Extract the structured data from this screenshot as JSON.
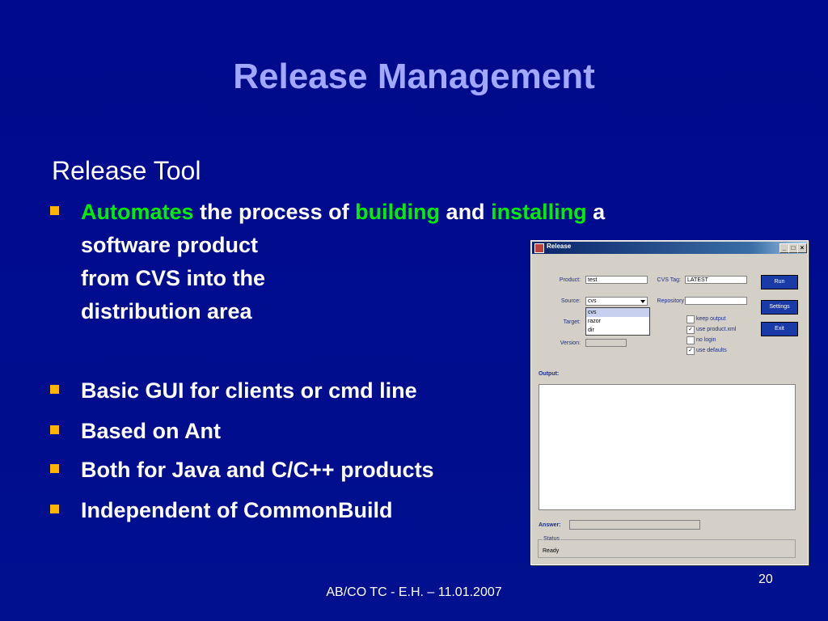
{
  "title": "Release Management",
  "subheading": "Release Tool",
  "bullet1": {
    "w1": "Automates",
    "w2": " the process of ",
    "w3": "building",
    "w4": " and ",
    "w5": "installing",
    "w6": " a",
    "line2": "software product",
    "line3": "from CVS into the",
    "line4": "distribution area"
  },
  "bullets": [
    "Basic GUI for clients or cmd line",
    "Based on Ant",
    "Both for Java and C/C++ products",
    "Independent of CommonBuild"
  ],
  "page_number": "20",
  "footer": "AB/CO TC -  E.H. – 11.01.2007",
  "dialog": {
    "title": "Release",
    "title_buttons": [
      "_",
      "□",
      "×"
    ],
    "product_label": "Product:",
    "product_value": "test",
    "cvs_tag_label": "CVS Tag:",
    "cvs_tag_value": "LATEST",
    "source_label": "Source:",
    "source_value": "cvs",
    "source_options": [
      "cvs",
      "razor",
      "dir"
    ],
    "repository_label": "Repository",
    "repository_value": "",
    "target_label": "Target:",
    "version_label": "Version:",
    "checkboxes": [
      {
        "label": "keep output",
        "checked": false
      },
      {
        "label": "use product.xml",
        "checked": true
      },
      {
        "label": "no login",
        "checked": false
      },
      {
        "label": "use defaults",
        "checked": true
      }
    ],
    "buttons": [
      "Run",
      "Settings",
      "Exit"
    ],
    "output_label": "Output:",
    "answer_label": "Answer:",
    "status_label": "Status",
    "status_value": "Ready"
  },
  "colors": {
    "background": "#000b8f",
    "title": "#a0a8ff",
    "highlight": "#00ee00",
    "bullet_mark": "#ffb400"
  }
}
